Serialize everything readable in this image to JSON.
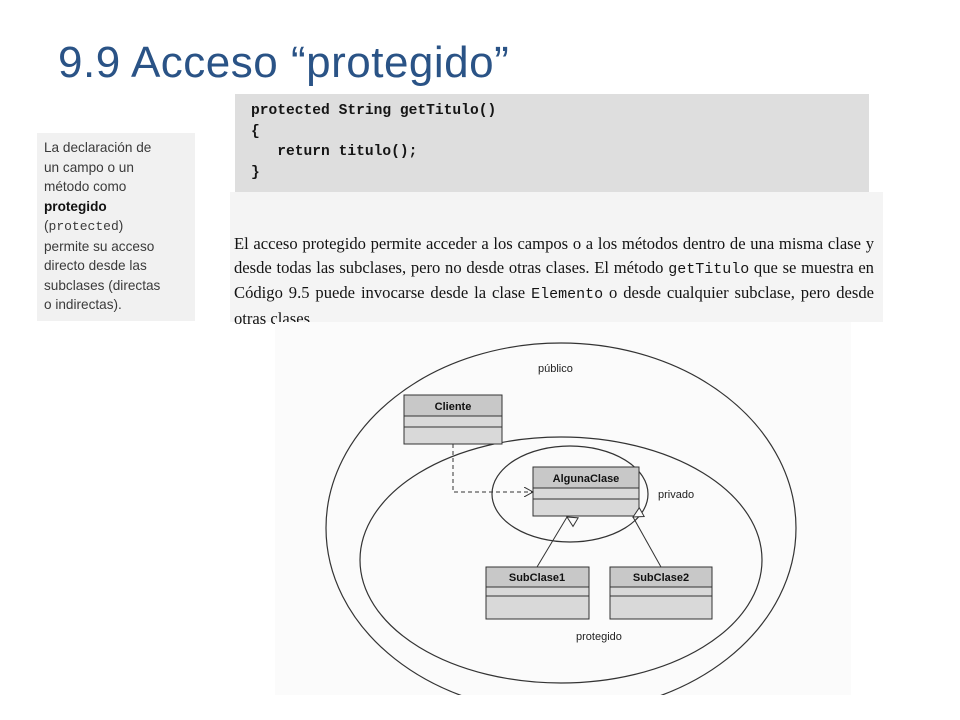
{
  "slide": {
    "title": "9.9 Acceso “protegido”"
  },
  "margin_note": {
    "lines": [
      {
        "text": "La declaración de"
      },
      {
        "text": "un campo o un"
      },
      {
        "text": "método como"
      },
      {
        "text": "protegido",
        "style": "bold"
      },
      {
        "text_open": "(",
        "text_mono": "protected",
        "text_close": ")"
      },
      {
        "text": "permite su acceso"
      },
      {
        "text": "directo desde las"
      },
      {
        "text": "subclases (directas"
      },
      {
        "text": "o indirectas)."
      }
    ]
  },
  "code": {
    "lines": [
      "protected String getTitulo()",
      "{",
      "   return titulo();",
      "}"
    ]
  },
  "paragraph": {
    "part1": "El acceso protegido permite acceder a los campos o a los métodos dentro de una misma clase y desde todas las subclases, pero no desde otras clases. El método ",
    "code1": "getTitulo",
    "part2": " que se muestra en Código 9.5 puede invocarse desde la clase ",
    "code2": "Elemento",
    "part3": " o desde cualquier subclase, pero desde otras clases."
  },
  "diagram": {
    "labels": {
      "outer": "público",
      "middle": "protegido",
      "inner": "privado"
    },
    "classes": {
      "cliente": "Cliente",
      "alguna": "AlgunaClase",
      "sub1": "SubClase1",
      "sub2": "SubClase2"
    },
    "colors": {
      "class_header": "#c8c8c8",
      "class_body": "#d9d9d9",
      "line": "#333333"
    }
  }
}
